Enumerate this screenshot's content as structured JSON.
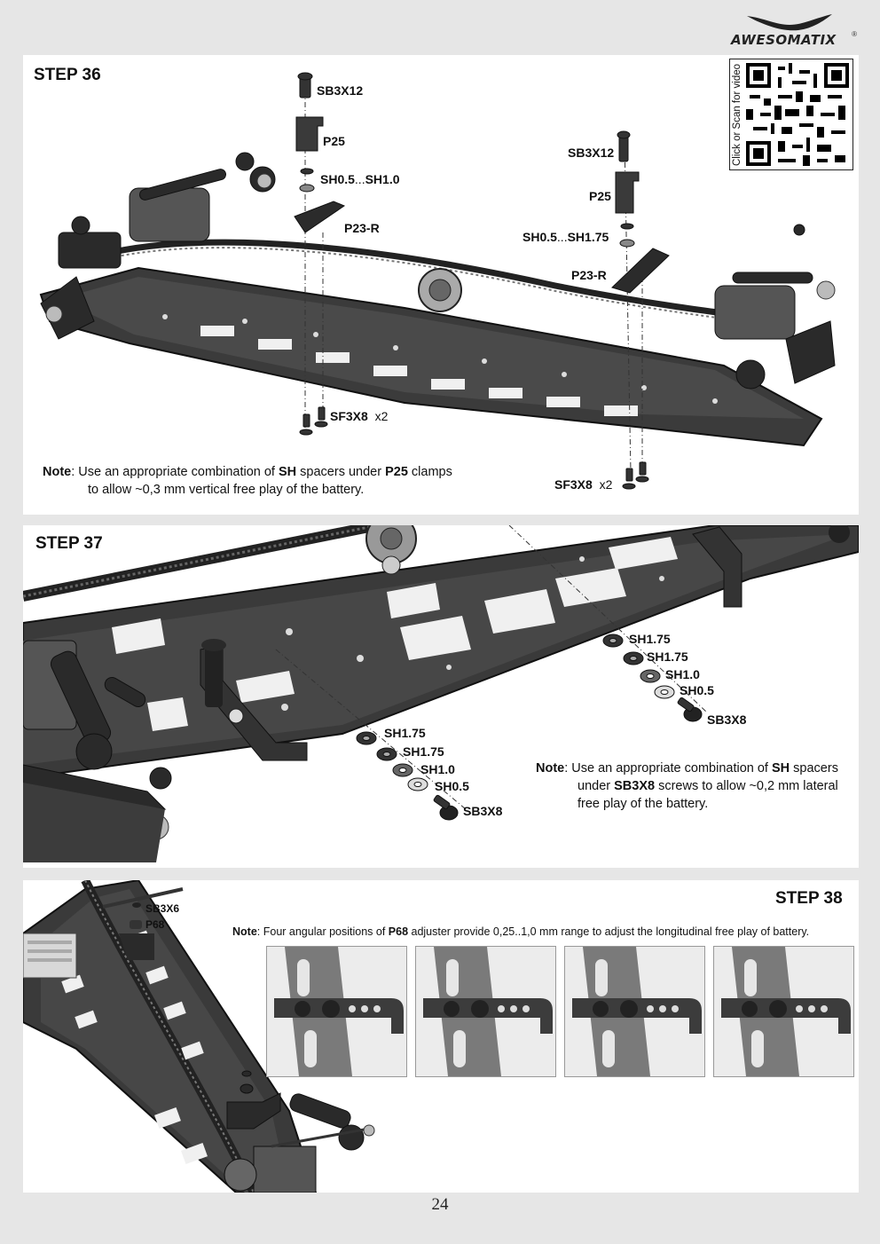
{
  "header": {
    "brand": "AWESOMATIX",
    "registered": "®"
  },
  "step36": {
    "title": "STEP 36",
    "qr_caption": "Click or Scan for video",
    "labels": {
      "sb3x12_left": "SB3X12",
      "p25_left": "P25",
      "sh_left_a": "SH0.5",
      "sh_left_sep": "...",
      "sh_left_b": "SH1.0",
      "p23r_left": "P23-R",
      "sb3x12_right": "SB3X12",
      "p25_right": "P25",
      "sh_right_a": "SH0.5",
      "sh_right_sep": "...",
      "sh_right_b": "SH1.75",
      "p23r_right": "P23-R",
      "sf3x8_left": "SF3X8",
      "sf3x8_left_qty": "x2",
      "sf3x8_right": "SF3X8",
      "sf3x8_right_qty": "x2"
    },
    "note": {
      "prefix": "Note",
      "t1": ":  Use an appropriate combination of ",
      "b1": "SH",
      "t2": " spacers under ",
      "b2": "P25",
      "t3": " clamps",
      "line2": "to allow  ~0,3 mm vertical free play of the battery."
    }
  },
  "step37": {
    "title": "STEP 37",
    "right_stack": [
      "SH1.75",
      "SH1.75",
      "SH1.0",
      "SH0.5",
      "SB3X8"
    ],
    "left_stack": [
      "SH1.75",
      "SH1.75",
      "SH1.0",
      "SH0.5",
      "SB3X8"
    ],
    "note": {
      "prefix": "Note",
      "t1": ":  Use an appropriate combination of ",
      "b1": "SH",
      "t2": " spacers",
      "t3": "under ",
      "b2": "SB3X8",
      "t4": " screws to allow ~0,2 mm lateral",
      "line3": "free play of the battery."
    }
  },
  "step38": {
    "title": "STEP 38",
    "labels": {
      "sb3x6": "SB3X6",
      "p68": "P68"
    },
    "note": {
      "prefix": "Note",
      "t1": ": Four angular positions of ",
      "b1": "P68",
      "t2": " adjuster provide 0,25..1,0 mm range to adjust the longitudinal free play of battery."
    }
  },
  "footer": {
    "page_number": "24"
  }
}
